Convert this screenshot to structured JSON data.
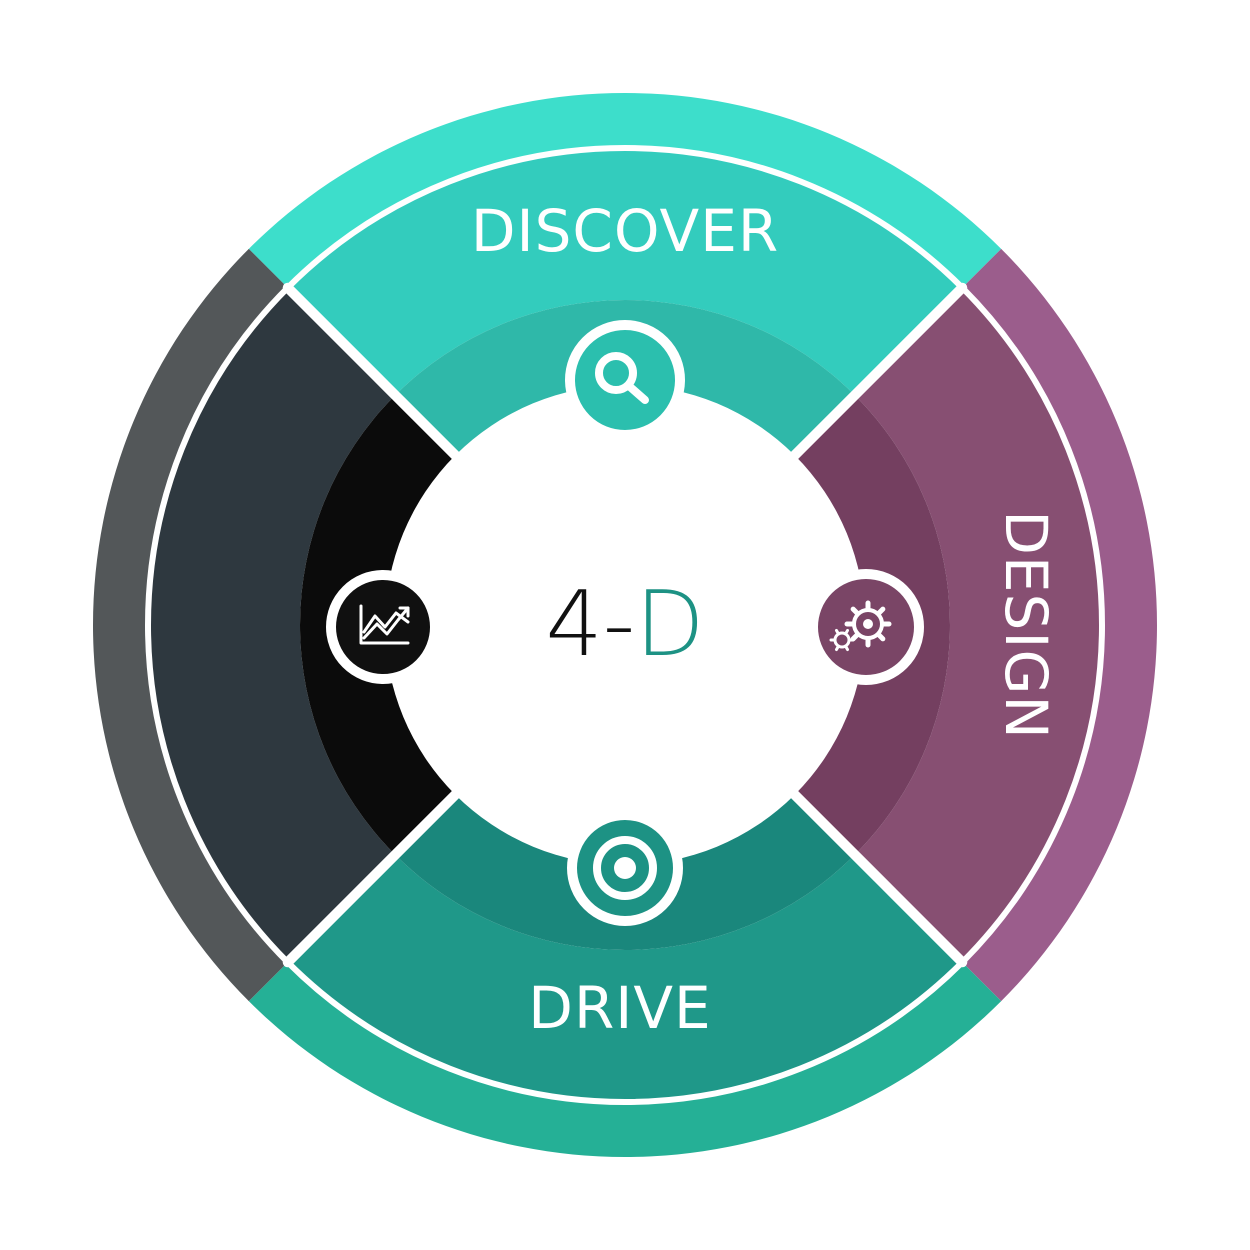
{
  "center": {
    "prefix": "4-",
    "highlight": "D"
  },
  "segments": {
    "top": {
      "label": "DISCOVER",
      "icon": "magnifier-icon"
    },
    "right": {
      "label": "DESIGN",
      "icon": "gears-icon"
    },
    "bottom": {
      "label": "DRIVE",
      "icon": "target-icon"
    },
    "left": {
      "label": "",
      "icon": "trend-chart-icon"
    }
  },
  "colors": {
    "top": {
      "outer": "#3ddecb",
      "mid": "#33ccbd",
      "inner": "#2fb8a9",
      "icon": "#2bbfae"
    },
    "right": {
      "outer": "#9b5d8c",
      "mid": "#874f72",
      "inner": "#743f60",
      "icon": "#7a4566"
    },
    "bottom": {
      "outer": "#25b096",
      "mid": "#1f9889",
      "inner": "#1a877c",
      "icon": "#1d9284"
    },
    "left": {
      "outer": "#535759",
      "mid": "#2e383f",
      "inner": "#0b0b0b",
      "icon": "#101010"
    },
    "center_text": "#111111",
    "center_highlight": "#1d9284"
  }
}
